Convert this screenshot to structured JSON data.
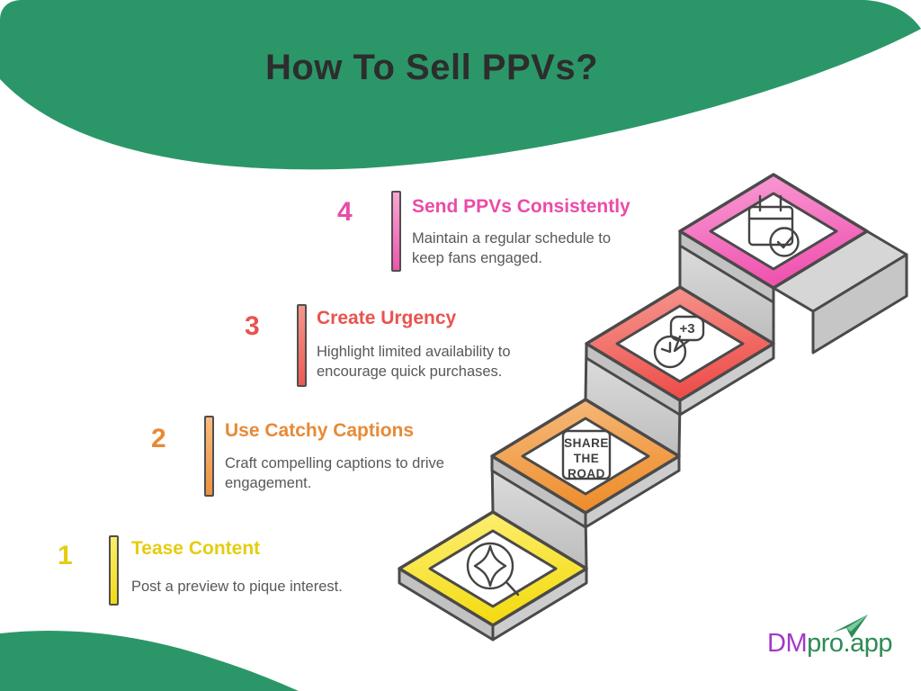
{
  "header": {
    "title": "How To Sell PPVs?",
    "bg_color": "#2b9768",
    "title_color": "#2d2d2d"
  },
  "steps": [
    {
      "number": "1",
      "title": "Tease Content",
      "description": "Post a preview to pique interest.",
      "color": "#e5cd0f",
      "icon": "sparkle-magnifier-icon"
    },
    {
      "number": "2",
      "title": "Use Catchy Captions",
      "description": "Craft compelling captions to drive engagement.",
      "color": "#e78a35",
      "icon": "share-the-road-sign-icon"
    },
    {
      "number": "3",
      "title": "Create Urgency",
      "description": "Highlight limited availability to encourage quick purchases.",
      "color": "#e9534f",
      "icon": "clock-plus-3-icon"
    },
    {
      "number": "4",
      "title": "Send PPVs Consistently",
      "description": "Maintain a regular schedule to keep fans engaged.",
      "color": "#ea4ca8",
      "icon": "calendar-check-icon"
    }
  ],
  "sign": {
    "line1": "SHARE",
    "line2": "THE",
    "line3": "ROAD"
  },
  "bubble": {
    "label": "+3"
  },
  "logo": {
    "prefix": "DM",
    "suffix": "pro.app",
    "prefix_color": "#a238c8",
    "suffix_color": "#2e8b57"
  },
  "palette": {
    "yellow": "#f2da14",
    "orange": "#ee9140",
    "red": "#ee5a52",
    "pink": "#ee55ad",
    "outline": "#4a4a4a",
    "gray_top": "#d6d6d6",
    "gray_wall": "#c6c6c6",
    "desc_text": "#57585b"
  }
}
